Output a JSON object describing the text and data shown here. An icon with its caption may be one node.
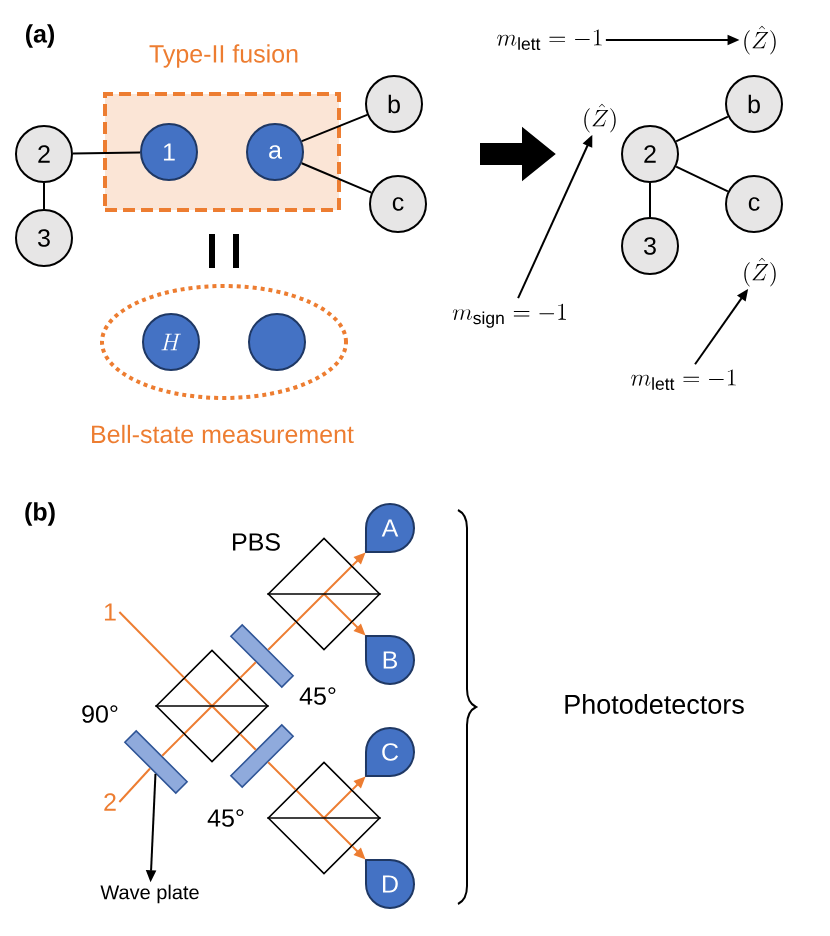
{
  "diagram": {
    "nodes": [
      {
        "text": [
          "Type-II fusion"
        ]
      },
      {
        "text": [
          "2"
        ]
      },
      {
        "text": [
          "3"
        ]
      },
      {
        "text": [
          "1"
        ],
        "in": 0
      },
      {
        "text": [
          "a"
        ],
        "in": 0
      },
      {
        "text": [
          "b"
        ]
      },
      {
        "text": [
          "c"
        ]
      },
      {
        "text": [
          "Bell-state measurement"
        ]
      },
      {
        "text": [
          "H"
        ],
        "in": 7
      },
      {
        "text": [],
        "shape": "circle",
        "in": 7
      },
      {
        "text": [
          "2"
        ]
      },
      {
        "text": [
          "b"
        ]
      },
      {
        "text": [
          "c"
        ]
      },
      {
        "text": [
          "3"
        ]
      },
      {
        "text": [
          "(\\hat{Z})"
        ]
      },
      {
        "text": [
          "m_{\\mathrm{sign}} = -1"
        ]
      },
      {
        "text": [
          "(\\hat{Z})"
        ]
      },
      {
        "text": [
          "m_{\\mathrm{lett}} = -1"
        ]
      },
      {
        "text": [
          "(\\hat{Z})"
        ]
      },
      {
        "text": [
          "m_{\\mathrm{lett}} = -1"
        ]
      },
      {
        "text": [
          "A"
        ]
      },
      {
        "text": [
          "B"
        ]
      },
      {
        "text": [
          "C"
        ]
      },
      {
        "text": [
          "D"
        ]
      },
      {
        "text": [
          "Photodetectors"
        ]
      },
      {
        "text": [],
        "shape": "diamond"
      },
      {
        "text": [],
        "shape": "diamond",
        "beside": [
          "PBS"
        ]
      },
      {
        "text": [],
        "shape": "diamond"
      },
      {
        "text": [],
        "shape": "bar",
        "beside": [
          "90°"
        ]
      },
      {
        "text": [],
        "shape": "bar",
        "beside": [
          "45°"
        ]
      },
      {
        "text": [],
        "shape": "bar",
        "beside": [
          "45°"
        ]
      },
      {
        "text": [
          "Wave plate"
        ]
      },
      {
        "text": [
          "1"
        ]
      },
      {
        "text": [
          "2"
        ]
      }
    ],
    "edges": [
      {
        "from": 1,
        "to": 3,
        "arrow": "none"
      },
      {
        "from": 1,
        "to": 2,
        "arrow": "none"
      },
      {
        "from": 4,
        "to": 5,
        "arrow": "none"
      },
      {
        "from": 4,
        "to": 6,
        "arrow": "none"
      },
      {
        "from": 10,
        "to": 11,
        "arrow": "none"
      },
      {
        "from": 10,
        "to": 12,
        "arrow": "none"
      },
      {
        "from": 10,
        "to": 13,
        "arrow": "none"
      },
      {
        "from": 15,
        "to": 14,
        "arrow": "to"
      },
      {
        "from": 17,
        "to": 16,
        "arrow": "to"
      },
      {
        "from": 19,
        "to": 18,
        "arrow": "to"
      },
      {
        "from": 32,
        "to": 25,
        "arrow": "none",
        "color": "#ed7d31"
      },
      {
        "from": 33,
        "to": 28,
        "arrow": "none",
        "color": "#ed7d31"
      },
      {
        "from": 28,
        "to": 25,
        "arrow": "none",
        "color": "#ed7d31"
      },
      {
        "from": 25,
        "to": 29,
        "arrow": "none",
        "color": "#ed7d31"
      },
      {
        "from": 29,
        "to": 26,
        "arrow": "none",
        "color": "#ed7d31"
      },
      {
        "from": 26,
        "to": 20,
        "arrow": "to",
        "color": "#ed7d31"
      },
      {
        "from": 26,
        "to": 21,
        "arrow": "to",
        "color": "#ed7d31"
      },
      {
        "from": 25,
        "to": 30,
        "arrow": "none",
        "color": "#ed7d31"
      },
      {
        "from": 30,
        "to": 27,
        "arrow": "none",
        "color": "#ed7d31"
      },
      {
        "from": 27,
        "to": 22,
        "arrow": "to",
        "color": "#ed7d31"
      },
      {
        "from": 27,
        "to": 23,
        "arrow": "to",
        "color": "#ed7d31"
      },
      {
        "from": 28,
        "to": 31,
        "arrow": "to"
      }
    ],
    "labels": [
      "(a)",
      "(b)"
    ]
  }
}
